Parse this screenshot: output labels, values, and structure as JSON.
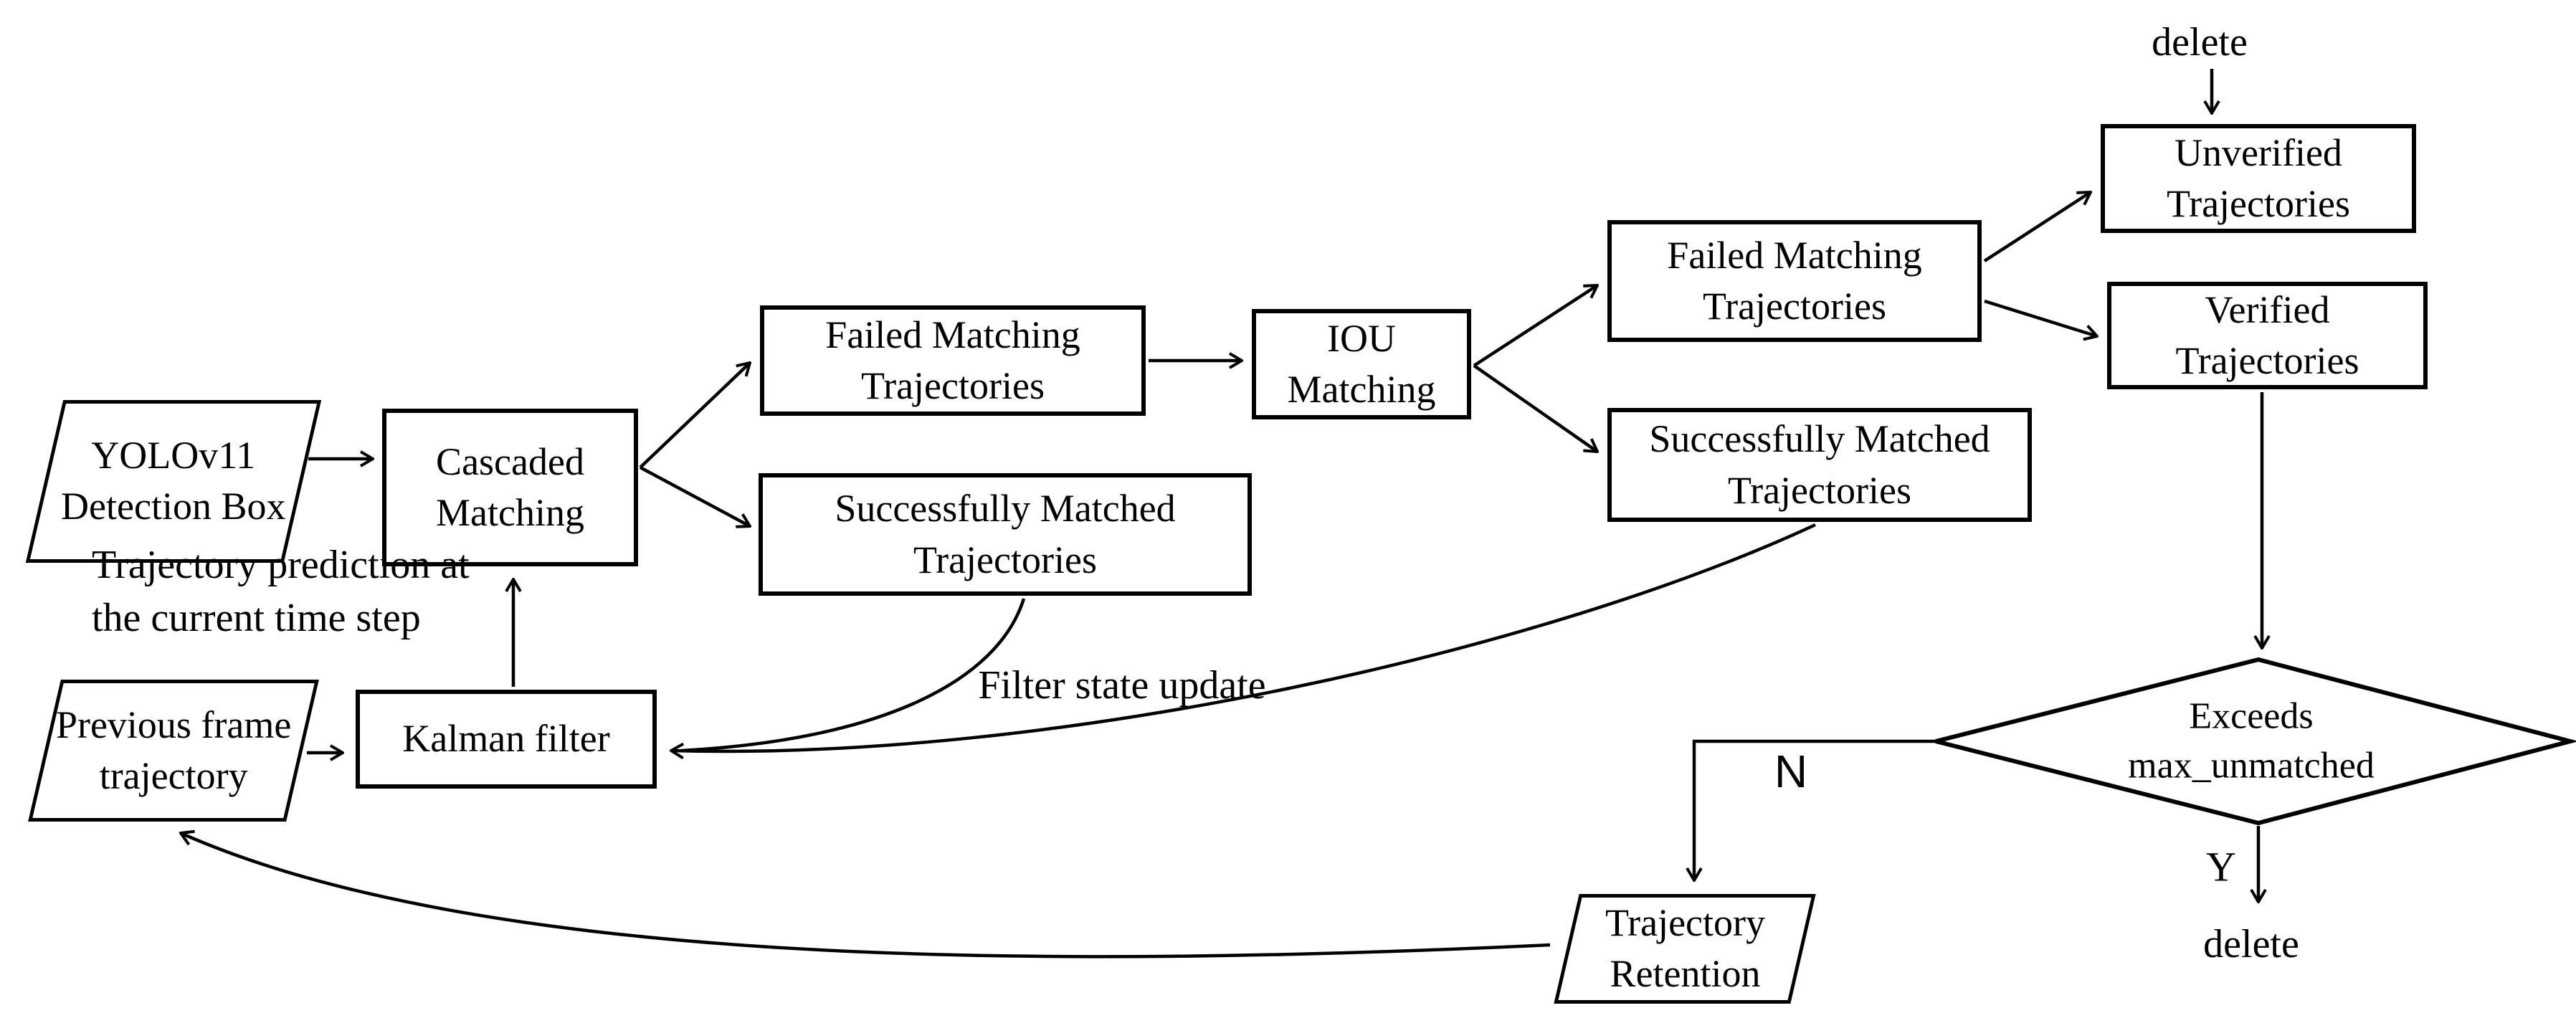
{
  "figure": {
    "type": "flowchart",
    "background_color": "#ffffff",
    "ink_color": "#000000"
  },
  "nodes": {
    "yolo_detection": {
      "label": "YOLOv11\nDetection Box",
      "shape": "parallelogram"
    },
    "cascaded_matching": {
      "label": "Cascaded\nMatching",
      "shape": "rect"
    },
    "failed_matching_1": {
      "label": "Failed Matching\nTrajectories",
      "shape": "rect"
    },
    "successfully_matched_1": {
      "label": "Successfully Matched\nTrajectories",
      "shape": "rect"
    },
    "iou_matching": {
      "label": "IOU\nMatching",
      "shape": "rect"
    },
    "failed_matching_2": {
      "label": "Failed Matching\nTrajectories",
      "shape": "rect"
    },
    "successfully_matched_2": {
      "label": "Successfully Matched\nTrajectories",
      "shape": "rect"
    },
    "unverified_trajectories": {
      "label": "Unverified\nTrajectories",
      "shape": "rect"
    },
    "verified_trajectories": {
      "label": "Verified\nTrajectories",
      "shape": "rect"
    },
    "kalman_filter": {
      "label": "Kalman filter",
      "shape": "rect"
    },
    "previous_frame": {
      "label": "Previous frame\ntrajectory",
      "shape": "parallelogram"
    },
    "trajectory_retention": {
      "label": "Trajectory\nRetention",
      "shape": "parallelogram"
    },
    "exceeds_max_unmatched": {
      "label": "Exceeds\nmax_unmatched",
      "shape": "diamond"
    }
  },
  "annotations": {
    "delete_top": "delete",
    "delete_bottom": "delete",
    "branch_no": "N",
    "branch_yes": "Y",
    "trajectory_prediction": "Trajectory prediction at\nthe current time step",
    "filter_state_update": "Filter state update"
  },
  "edges": [
    {
      "from": "yolo_detection",
      "to": "cascaded_matching"
    },
    {
      "from": "cascaded_matching",
      "to": "failed_matching_1"
    },
    {
      "from": "cascaded_matching",
      "to": "successfully_matched_1"
    },
    {
      "from": "failed_matching_1",
      "to": "iou_matching"
    },
    {
      "from": "iou_matching",
      "to": "failed_matching_2"
    },
    {
      "from": "iou_matching",
      "to": "successfully_matched_2"
    },
    {
      "from": "failed_matching_2",
      "to": "unverified_trajectories"
    },
    {
      "from": "failed_matching_2",
      "to": "verified_trajectories"
    },
    {
      "from": "delete_top",
      "to": "unverified_trajectories"
    },
    {
      "from": "verified_trajectories",
      "to": "exceeds_max_unmatched"
    },
    {
      "from": "exceeds_max_unmatched",
      "to": "delete_bottom",
      "label": "Y"
    },
    {
      "from": "exceeds_max_unmatched",
      "to": "trajectory_retention",
      "label": "N"
    },
    {
      "from": "kalman_filter",
      "to": "cascaded_matching"
    },
    {
      "from": "previous_frame",
      "to": "kalman_filter"
    },
    {
      "from": "successfully_matched_1",
      "to": "kalman_filter",
      "label": "Filter state update"
    },
    {
      "from": "successfully_matched_2",
      "to": "kalman_filter",
      "label": "Filter state update"
    },
    {
      "from": "trajectory_retention",
      "to": "previous_frame"
    }
  ]
}
